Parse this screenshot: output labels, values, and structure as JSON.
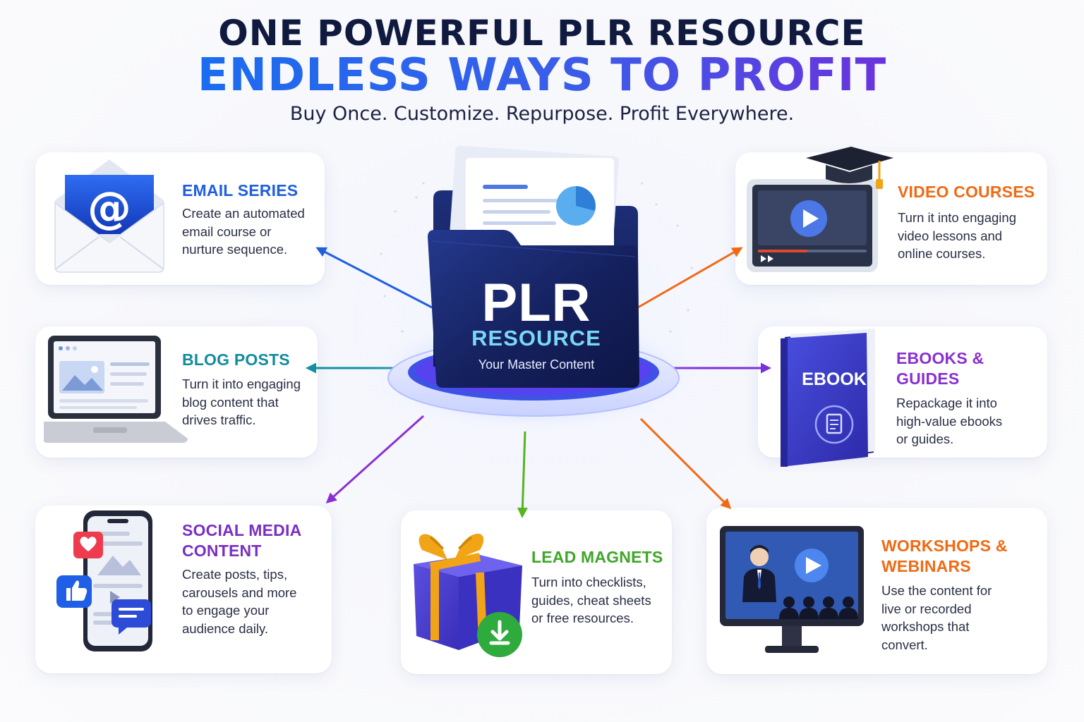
{
  "header": {
    "title_line1": "ONE POWERFUL PLR RESOURCE",
    "title_line2": "ENDLESS WAYS TO PROFIT",
    "subtitle": "Buy Once. Customize. Repurpose. Profit Everywhere."
  },
  "center": {
    "label_main": "PLR",
    "label_secondary": "RESOURCE",
    "label_sub": "Your Master Content",
    "icon": "folder-icon"
  },
  "cards": {
    "email": {
      "title": "EMAIL SERIES",
      "desc_lines": [
        "Create an automated",
        "email course or",
        "nurture sequence."
      ],
      "icon": "email-envelope-icon",
      "color": "#1f5fe0"
    },
    "blog": {
      "title": "BLOG POSTS",
      "desc_lines": [
        "Turn it into engaging",
        "blog content that",
        "drives traffic."
      ],
      "icon": "laptop-icon",
      "color": "#128c9c"
    },
    "social": {
      "title_lines": [
        "SOCIAL MEDIA",
        "CONTENT"
      ],
      "desc_lines": [
        "Create posts, tips,",
        "carousels and more",
        "to engage your",
        "audience daily."
      ],
      "icon": "smartphone-icon",
      "color": "#7a2fc2"
    },
    "lead": {
      "title": "LEAD MAGNETS",
      "desc_lines": [
        "Turn into checklists,",
        "guides, cheat sheets",
        "or free resources."
      ],
      "icon": "gift-box-icon",
      "color": "#3fa62a"
    },
    "video": {
      "title": "VIDEO COURSES",
      "desc_lines": [
        "Turn it into engaging",
        "video lessons and",
        "online courses."
      ],
      "icon": "video-player-icon",
      "color": "#f06a14"
    },
    "ebooks": {
      "title_lines": [
        "EBOOKS &",
        "GUIDES"
      ],
      "desc_lines": [
        "Repackage it into",
        "high-value ebooks",
        "or guides."
      ],
      "icon": "ebook-icon",
      "icon_label": "EBOOK",
      "color": "#8a2fd0"
    },
    "workshops": {
      "title_lines": [
        "WORKSHOPS &",
        "WEBINARS"
      ],
      "desc_lines": [
        "Use the content for",
        "live or recorded",
        "workshops that",
        "convert."
      ],
      "icon": "monitor-presentation-icon",
      "color": "#f06a14"
    }
  }
}
